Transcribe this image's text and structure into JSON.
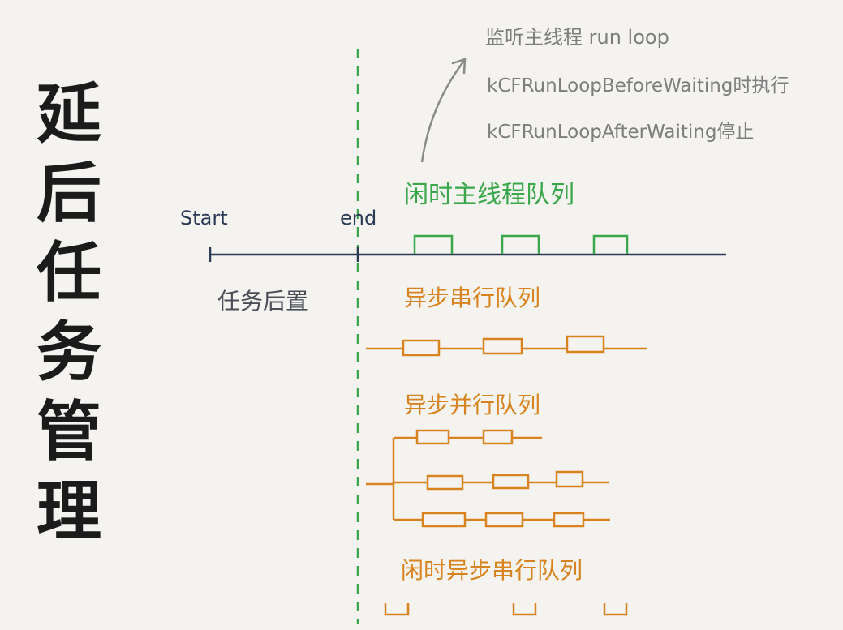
{
  "title_chars": [
    "延",
    "后",
    "任",
    "务",
    "管",
    "理"
  ],
  "notes": [
    "监听主线程 run loop",
    "kCFRunLoopBeforeWaiting时执行",
    "kCFRunLoopAfterWaiting停止"
  ],
  "labels": {
    "start": "Start",
    "end": "end",
    "idle_main_queue": "闲时主线程队列",
    "deferred": "任务后置",
    "serial_queue": "异步串行队列",
    "concurrent_queue": "异步并行队列",
    "idle_serial_queue": "闲时异步串行队列"
  },
  "colors": {
    "background": "#f4f3f0",
    "title": "#1b1b1b",
    "timeline": "#2b3a55",
    "green": "#3aa84a",
    "orange": "#d9831e",
    "note": "#7d7d7d"
  }
}
